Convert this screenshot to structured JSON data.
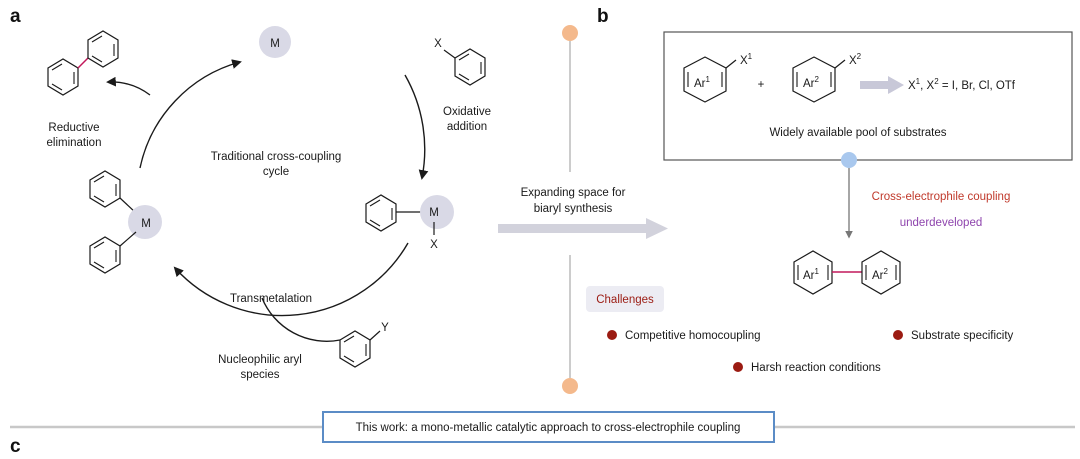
{
  "panels": {
    "a": "a",
    "b": "b",
    "c": "c"
  },
  "panel_a": {
    "cycle_title_line1": "Traditional cross-coupling",
    "cycle_title_line2": "cycle",
    "metal": "M",
    "halide_x": "X",
    "nucleophile_y": "Y",
    "oxidative_line1": "Oxidative",
    "oxidative_line2": "addition",
    "reductive_line1": "Reductive",
    "reductive_line2": "elimination",
    "transmetalation": "Transmetalation",
    "nucleophilic_line1": "Nucleophilic aryl",
    "nucleophilic_line2": "species"
  },
  "center": {
    "expanding_line1": "Expanding space for",
    "expanding_line2": "biaryl synthesis"
  },
  "panel_b": {
    "ar1": "Ar",
    "ar1_sup": "1",
    "ar2": "Ar",
    "ar2_sup": "2",
    "x1": "X",
    "x1_sup": "1",
    "x2": "X",
    "x2_sup": "2",
    "plus": "+",
    "x_list_pre": "X",
    "x_list_sup1": "1",
    "x_list_mid": ", X",
    "x_list_sup2": "2",
    "x_list_post": " = I, Br, Cl, OTf",
    "pool_caption": "Widely available pool of substrates",
    "cross_electrophile": "Cross-electrophile coupling",
    "underdeveloped": "underdeveloped"
  },
  "challenges": {
    "title": "Challenges",
    "items": [
      "Competitive homocoupling",
      "Substrate specificity",
      "Harsh reaction conditions"
    ]
  },
  "footer": {
    "this_work": "This work: a mono-metallic catalytic approach to cross-electrophile coupling"
  },
  "colors": {
    "metal_disc": "#d9d9e6",
    "orange_dot": "#f4b98c",
    "blue_dot": "#a9c8ee",
    "gray_arrow": "#d2d2dc",
    "red_label": "#c0392b",
    "purple_label": "#8e44ad",
    "bullet_red": "#9b1b12",
    "biaryl_bond_pink": "#c2185b",
    "challenge_bg": "#ececf3",
    "footer_box_border": "#5b8cc6"
  }
}
